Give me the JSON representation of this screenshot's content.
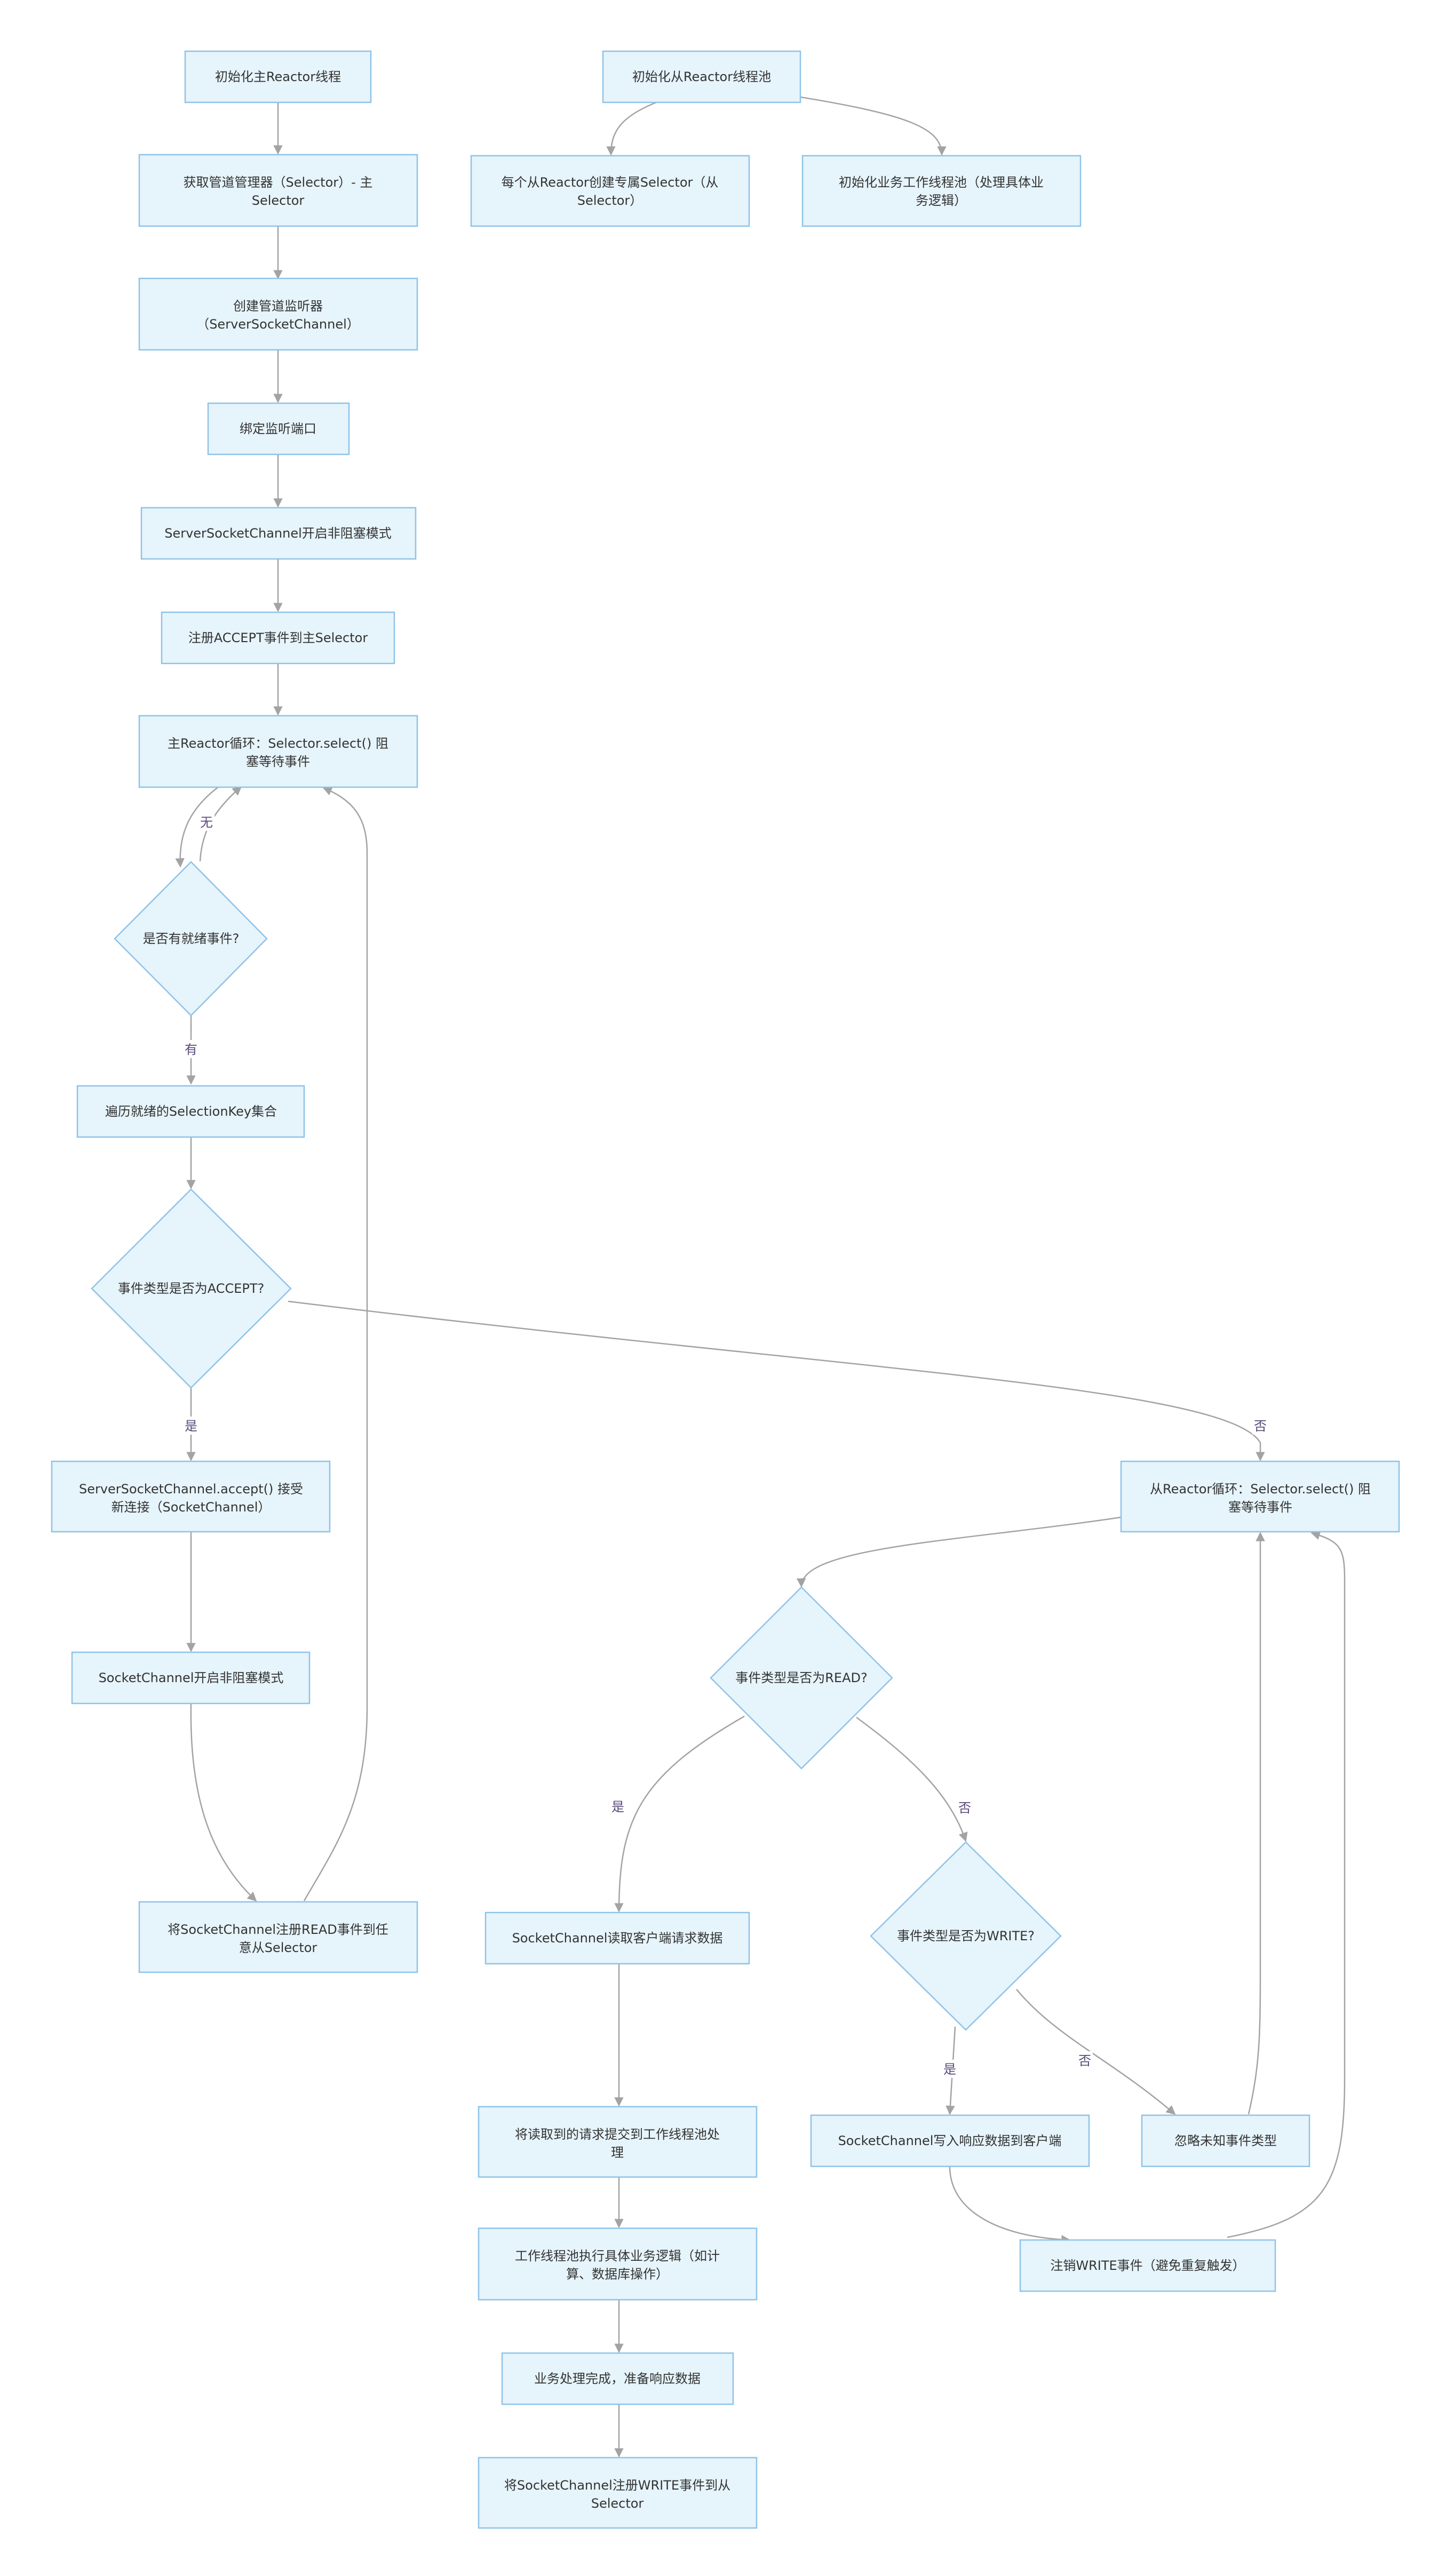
{
  "diagram": {
    "nodes": [
      {
        "id": "n1",
        "lines": [
          "初始化主Reactor线程"
        ]
      },
      {
        "id": "n2",
        "lines": [
          "获取管道管理器（Selector）- 主",
          "Selector"
        ]
      },
      {
        "id": "n3",
        "lines": [
          "创建管道监听器",
          "（ServerSocketChannel）"
        ]
      },
      {
        "id": "n4",
        "lines": [
          "绑定监听端口"
        ]
      },
      {
        "id": "n5",
        "lines": [
          "ServerSocketChannel开启非阻塞模式"
        ]
      },
      {
        "id": "n6",
        "lines": [
          "注册ACCEPT事件到主Selector"
        ]
      },
      {
        "id": "n7",
        "lines": [
          "主Reactor循环：Selector.select() 阻",
          "塞等待事件"
        ]
      },
      {
        "id": "d1",
        "lines": [
          "是否有就绪事件?"
        ]
      },
      {
        "id": "n8",
        "lines": [
          "遍历就绪的SelectionKey集合"
        ]
      },
      {
        "id": "d2",
        "lines": [
          "事件类型是否为ACCEPT?"
        ]
      },
      {
        "id": "n9",
        "lines": [
          "ServerSocketChannel.accept() 接受",
          "新连接（SocketChannel）"
        ]
      },
      {
        "id": "n10",
        "lines": [
          "SocketChannel开启非阻塞模式"
        ]
      },
      {
        "id": "n11",
        "lines": [
          "将SocketChannel注册READ事件到任",
          "意从Selector"
        ]
      },
      {
        "id": "s1",
        "lines": [
          "初始化从Reactor线程池"
        ]
      },
      {
        "id": "s2",
        "lines": [
          "每个从Reactor创建专属Selector（从",
          "Selector）"
        ]
      },
      {
        "id": "s3",
        "lines": [
          "初始化业务工作线程池（处理具体业",
          "务逻辑）"
        ]
      },
      {
        "id": "s4",
        "lines": [
          "从Reactor循环：Selector.select() 阻",
          "塞等待事件"
        ]
      },
      {
        "id": "d3",
        "lines": [
          "事件类型是否为READ?"
        ]
      },
      {
        "id": "r1",
        "lines": [
          "SocketChannel读取客户端请求数据"
        ]
      },
      {
        "id": "r2",
        "lines": [
          "将读取到的请求提交到工作线程池处",
          "理"
        ]
      },
      {
        "id": "r3",
        "lines": [
          "工作线程池执行具体业务逻辑（如计",
          "算、数据库操作）"
        ]
      },
      {
        "id": "r4",
        "lines": [
          "业务处理完成，准备响应数据"
        ]
      },
      {
        "id": "r5",
        "lines": [
          "将SocketChannel注册WRITE事件到从",
          "Selector"
        ]
      },
      {
        "id": "d4",
        "lines": [
          "事件类型是否为WRITE?"
        ]
      },
      {
        "id": "w1",
        "lines": [
          "SocketChannel写入响应数据到客户端"
        ]
      },
      {
        "id": "w2",
        "lines": [
          "忽略未知事件类型"
        ]
      },
      {
        "id": "w3",
        "lines": [
          "注销WRITE事件（避免重复触发）"
        ]
      }
    ],
    "edge_labels": {
      "none": "无",
      "has": "有",
      "yes_accept": "是",
      "no_accept": "否",
      "yes_read": "是",
      "no_read": "否",
      "yes_write": "是",
      "no_write": "否"
    }
  }
}
